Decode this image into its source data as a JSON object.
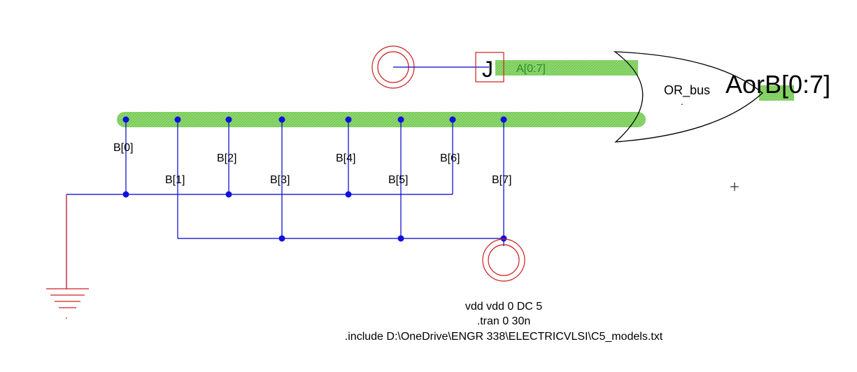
{
  "colors": {
    "background": "#ffffff",
    "bus": "#8fd970",
    "wire": "#0000cc",
    "node": "#1010e0",
    "ground": "#cc2020",
    "source": "#cc2020",
    "gate": "#000000",
    "text": "#000000"
  },
  "schematic": {
    "gate_label": "OR_bus",
    "output_label": "AorB[0:7]",
    "input_a_label": "A[0:7]",
    "pin_glyph": "J",
    "bit_labels": [
      "B[0]",
      "B[1]",
      "B[2]",
      "B[3]",
      "B[4]",
      "B[5]",
      "B[6]",
      "B[7]"
    ]
  },
  "spice": {
    "line1": "vdd vdd 0 DC 5",
    "line2": ".tran 0 30n",
    "line3": ".include D:\\OneDrive\\ENGR 338\\ELECTRICVLSI\\C5_models.txt"
  },
  "icons": {
    "ground": "ground-symbol-icon",
    "source": "voltage-source-icon",
    "pin": "export-pin-icon",
    "crosshair": "crosshair-icon"
  }
}
